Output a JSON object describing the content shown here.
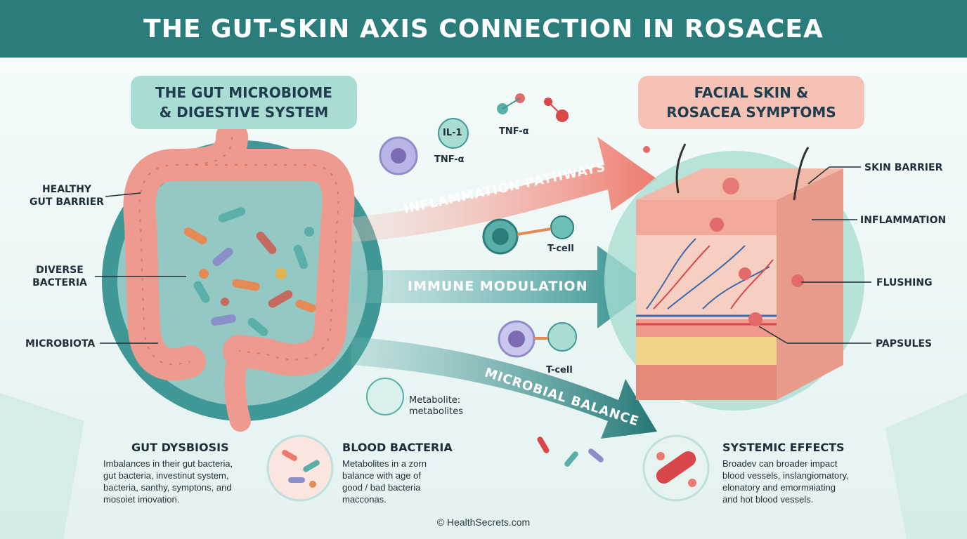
{
  "header": {
    "title": "THE GUT-SKIN AXIS CONNECTION IN ROSACEA"
  },
  "gut_panel": {
    "title_line1": "THE GUT MICROBIOME",
    "title_line2": "& DIGESTIVE SYSTEM"
  },
  "skin_panel": {
    "title_line1": "FACIAL SKIN &",
    "title_line2": "ROSACEA SYMPTOMS"
  },
  "gut_labels": {
    "healthy_line1": "HEALTHY",
    "healthy_line2": "GUT BARRIER",
    "diverse_line1": "DIVERSE",
    "diverse_line2": "BACTERIA",
    "microbiota": "MICROBIOTA"
  },
  "skin_labels": {
    "skin_barrier": "SKIN BARRIER",
    "inflammation": "INFLAMMATION",
    "flushing": "FLUSHING",
    "papsules": "PAPSULES"
  },
  "arrows": {
    "inflammation": "INFLAMMATION PATHWAYS",
    "immune": "IMMUNE MODULATION",
    "microbial": "MICROBIAL BALANCE"
  },
  "molecules": {
    "il1": "IL-1",
    "tnf_a_1": "TNF-α",
    "tnf_a_2": "TNF-α",
    "tcell_1": "T-cell",
    "tcell_2": "T-cell",
    "metabolite_line1": "Metabolite:",
    "metabolite_line2": "metabolites"
  },
  "bottom": [
    {
      "title": "GUT DYSBIOSIS",
      "lines": [
        "Imbalances in their gut bacteria,",
        "gut bacteria, investinut system,",
        "bacteria, santhy, symptons, and",
        "mosoiet imovation."
      ]
    },
    {
      "title": "BLOOD BACTERIA",
      "lines": [
        "Metabolites in a zorn",
        "balance with age of",
        "good / bad bacteria",
        "macconas."
      ]
    },
    {
      "title": "SYSTEMIC EFFECTS",
      "lines": [
        "Broadev can broader impact",
        "blood vessels, inslangiomatory,",
        "elonatory and emormяiating",
        "and hot blood vessels."
      ]
    }
  ],
  "footer": {
    "copyright": "© HealthSecrets.com"
  },
  "colors": {
    "teal": "#2a7d7b",
    "coral": "#ee7a6d",
    "gut": "#ee9a8e",
    "skin": "#f2b8a8"
  }
}
